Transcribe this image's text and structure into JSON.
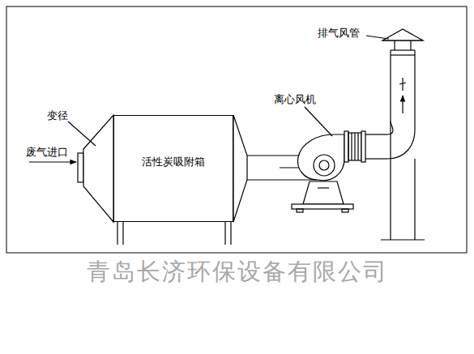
{
  "diagram": {
    "nodes": [
      {
        "text": [
          "活性炭吸附箱"
        ]
      }
    ],
    "labels": [
      "变径",
      "废气进口",
      "离心风机",
      "排气风管",
      "青岛长济环保设备有限公司"
    ]
  }
}
